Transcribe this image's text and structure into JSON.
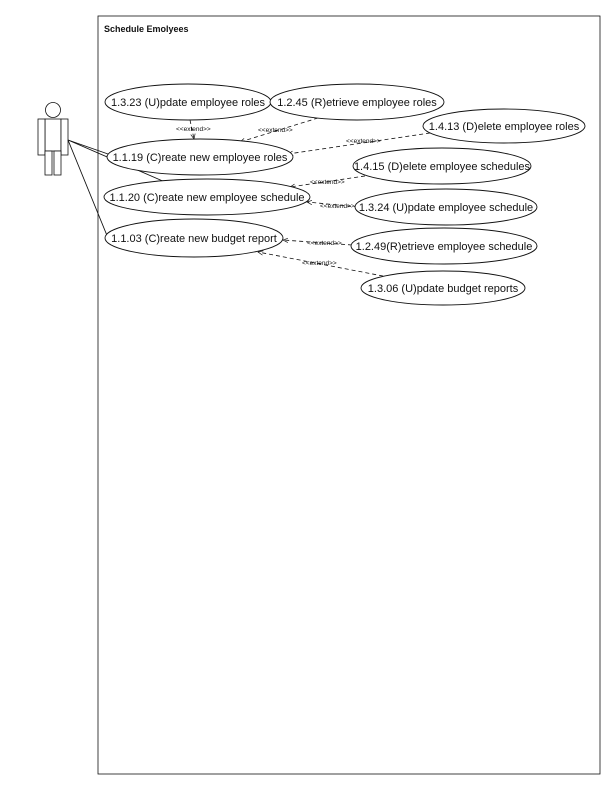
{
  "diagram": {
    "title": "Schedule Emolyees",
    "extend_label": "<<extend>>",
    "colors": {
      "stroke": "#111111",
      "background": "#ffffff",
      "text": "#111111"
    },
    "use_cases": [
      {
        "id": "uc_1323",
        "label": "1.3.23 (U)pdate employee roles"
      },
      {
        "id": "uc_1245",
        "label": "1.2.45 (R)etrieve employee roles"
      },
      {
        "id": "uc_1413",
        "label": "1.4.13 (D)elete employee roles"
      },
      {
        "id": "uc_1119",
        "label": "1.1.19 (C)reate new employee roles"
      },
      {
        "id": "uc_1415",
        "label": "1.4.15 (D)elete employee schedules"
      },
      {
        "id": "uc_1120",
        "label": "1.1.20 (C)reate new employee schedule"
      },
      {
        "id": "uc_1324",
        "label": "1.3.24 (U)pdate employee schedule"
      },
      {
        "id": "uc_1103",
        "label": "1.1.03 (C)reate new budget report"
      },
      {
        "id": "uc_1249",
        "label": "1.2.49(R)etrieve employee schedule"
      },
      {
        "id": "uc_1306",
        "label": "1.3.06 (U)pdate budget reports"
      }
    ],
    "associations": [
      {
        "from": "actor",
        "to": "uc_1119"
      },
      {
        "from": "actor",
        "to": "uc_1120"
      },
      {
        "from": "actor",
        "to": "uc_1103"
      }
    ],
    "extends": [
      {
        "from": "uc_1323",
        "to": "uc_1119"
      },
      {
        "from": "uc_1245",
        "to": "uc_1119"
      },
      {
        "from": "uc_1413",
        "to": "uc_1119"
      },
      {
        "from": "uc_1415",
        "to": "uc_1120"
      },
      {
        "from": "uc_1324",
        "to": "uc_1120"
      },
      {
        "from": "uc_1249",
        "to": "uc_1103"
      },
      {
        "from": "uc_1306",
        "to": "uc_1103"
      }
    ]
  }
}
